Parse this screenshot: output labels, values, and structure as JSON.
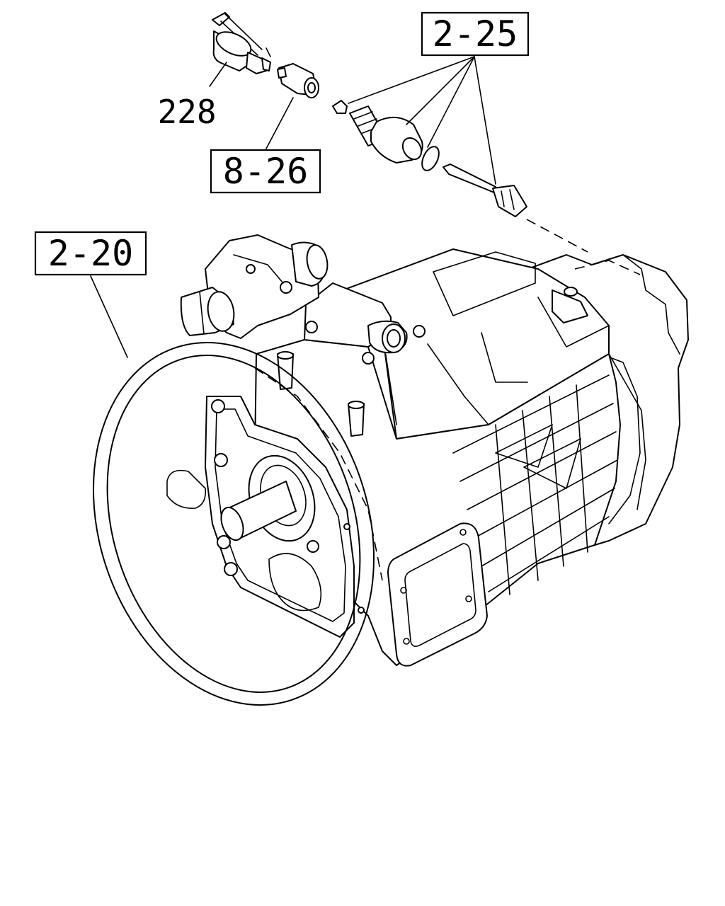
{
  "diagram": {
    "callouts": {
      "top_right": "2-25",
      "middle": "8-26",
      "left": "2-20"
    },
    "part_number": "228"
  }
}
